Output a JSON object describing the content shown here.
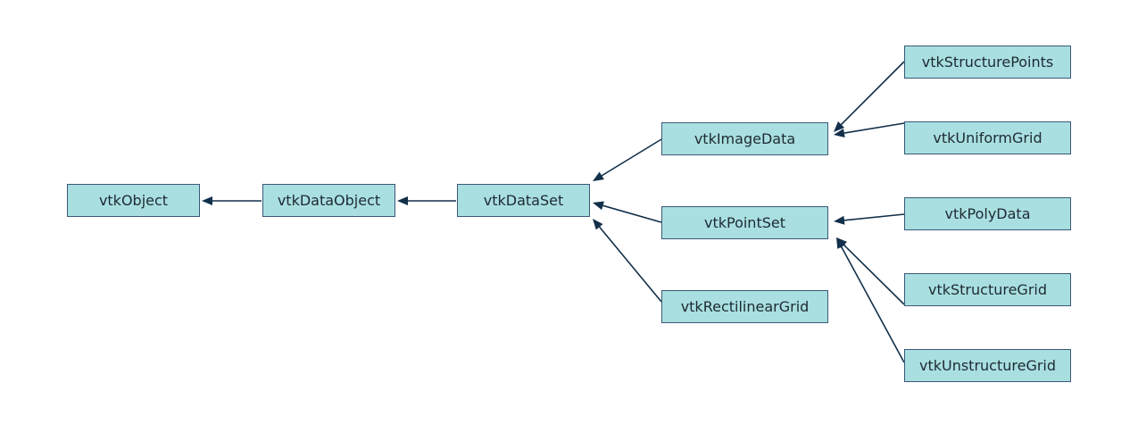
{
  "diagram": {
    "colors": {
      "node_fill": "#a9dfe0",
      "node_border": "#3b5878",
      "edge": "#12304a",
      "text": "#1e2a33"
    },
    "nodes": {
      "vtkObject": "vtkObject",
      "vtkDataObject": "vtkDataObject",
      "vtkDataSet": "vtkDataSet",
      "vtkImageData": "vtkImageData",
      "vtkPointSet": "vtkPointSet",
      "vtkRectilinearGrid": "vtkRectilinearGrid",
      "vtkStructurePoints": "vtkStructurePoints",
      "vtkUniformGrid": "vtkUniformGrid",
      "vtkPolyData": "vtkPolyData",
      "vtkStructureGrid": "vtkStructureGrid",
      "vtkUnstructureGrid": "vtkUnstructureGrid"
    },
    "edges": [
      {
        "from": "vtkDataObject",
        "to": "vtkObject"
      },
      {
        "from": "vtkDataSet",
        "to": "vtkDataObject"
      },
      {
        "from": "vtkImageData",
        "to": "vtkDataSet"
      },
      {
        "from": "vtkPointSet",
        "to": "vtkDataSet"
      },
      {
        "from": "vtkRectilinearGrid",
        "to": "vtkDataSet"
      },
      {
        "from": "vtkStructurePoints",
        "to": "vtkImageData"
      },
      {
        "from": "vtkUniformGrid",
        "to": "vtkImageData"
      },
      {
        "from": "vtkPolyData",
        "to": "vtkPointSet"
      },
      {
        "from": "vtkStructureGrid",
        "to": "vtkPointSet"
      },
      {
        "from": "vtkUnstructureGrid",
        "to": "vtkPointSet"
      }
    ]
  }
}
